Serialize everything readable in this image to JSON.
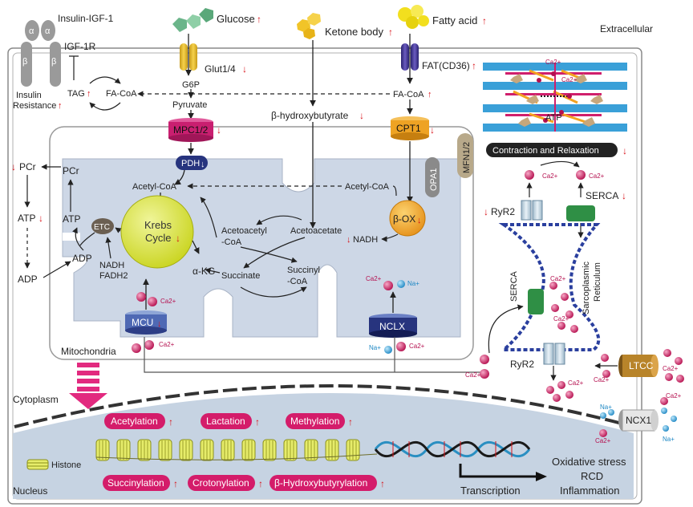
{
  "labels": {
    "insulin_igf": "Insulin-IGF-1",
    "alpha": "α",
    "beta": "β",
    "igf1r": "IGF-1R",
    "glucose": "Glucose",
    "ketone_body": "Ketone body",
    "fatty_acid": "Fatty acid",
    "extracellular": "Extracellular",
    "glut": "Glut1/4",
    "fat_cd36": "FAT(CD36)",
    "g6p": "G6P",
    "pyruvate": "Pyruvate",
    "insulin_resistance_1": "Insulin",
    "insulin_resistance_2": "Resistance",
    "tag": "TAG",
    "fa_coa_left": "FA-CoA",
    "fa_coa_right": "FA-CoA",
    "mpc": "MPC1/2",
    "bhb": "β-hydroxybutyrate",
    "cpt1": "CPT1",
    "pdh": "PDH",
    "acetyl_coa_left": "Acetyl-CoA",
    "acetyl_coa_right": "Acetyl-CoA",
    "opa1": "OPA1",
    "mfn": "MFN1/2",
    "pcr_out": "PCr",
    "pcr_in": "PCr",
    "atp_out": "ATP",
    "atp_in": "ATP",
    "adp_out": "ADP",
    "adp_in": "ADP",
    "etc": "ETC",
    "krebs_1": "Krebs",
    "krebs_2": "Cycle",
    "akg": "α-KG",
    "nadh_fadh_1": "NADH",
    "nadh_fadh_2": "FADH2",
    "acetoacetyl_1": "Acetoacetyl",
    "acetoacetyl_2": "-CoA",
    "acetoacetate": "Acetoacetate",
    "succinate": "Succinate",
    "succinyl_1": "Succinyl",
    "succinyl_2": "-CoA",
    "box": "β-OX",
    "nadh": "NADH",
    "mcu": "MCU",
    "nclx": "NCLX",
    "mitochondria": "Mitochondria",
    "ca2": "Ca2+",
    "na": "Na+",
    "atp_sarc": "ATP",
    "contraction": "Contraction and Relaxation",
    "ryr2_top": "RyR2",
    "serca_top": "SERCA",
    "serca_left": "SERCA",
    "sarcoplasmic_1": "Sarcoplasmic",
    "sarcoplasmic_2": "Reticulum",
    "ryr2_bottom": "RyR2",
    "ltcc": "LTCC",
    "ncx1": "NCX1",
    "cytoplasm": "Cytoplasm",
    "nucleus": "Nucleus",
    "histone": "Histone",
    "acetylation": "Acetylation",
    "lactation": "Lactation",
    "methylation": "Methylation",
    "succinylation": "Succinylation",
    "crotonylation": "Crotonylation",
    "bhb_ylation": "β-Hydroxybutyrylation",
    "transcription": "Transcription",
    "oxidative": "Oxidative stress",
    "rcd": "RCD",
    "inflammation": "Inflammation"
  },
  "colors": {
    "up_arrow": "#d8141b",
    "down_arrow": "#d8141b",
    "pill_pink": "#d41c6a",
    "mpc_magenta": "#d0217a",
    "navy": "#27347e",
    "krebs_yellow": "#d8e33a",
    "box_orange": "#f3a321",
    "ca_pink": "#c8145c",
    "na_blue": "#2a9ed6",
    "mito_fill": "#cfd8e6",
    "nucleus_fill": "#b8c8dc",
    "ser_green": "#2f8f45"
  },
  "icons": {
    "up": "red-up-arrow-icon",
    "down": "red-down-arrow-icon"
  }
}
